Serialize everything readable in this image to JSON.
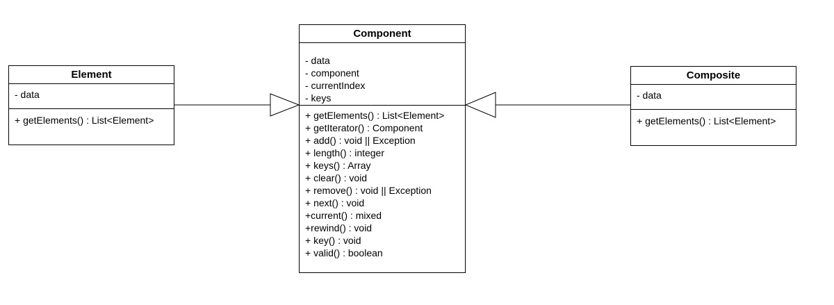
{
  "classes": {
    "element": {
      "name": "Element",
      "attributes": [
        "- data"
      ],
      "operations": [
        "+ getElements() : List<Element>"
      ]
    },
    "component": {
      "name": "Component",
      "attributes": [
        "- data",
        "- component",
        "- currentIndex",
        "- keys"
      ],
      "operations": [
        "+ getElements() : List<Element>",
        "+ getIterator() : Component",
        "+ add() : void || Exception",
        "+ length() : integer",
        "+ keys() : Array",
        "+ clear() : void",
        "+ remove() : void || Exception",
        "+ next() : void",
        "+current() : mixed",
        "+rewind() : void",
        "+ key() : void",
        "+ valid() : boolean"
      ]
    },
    "composite": {
      "name": "Composite",
      "attributes": [
        "- data"
      ],
      "operations": [
        "+ getElements() : List<Element>"
      ]
    }
  },
  "relationships": [
    {
      "type": "generalization",
      "from": "Element",
      "to": "Component"
    },
    {
      "type": "generalization",
      "from": "Composite",
      "to": "Component"
    }
  ]
}
